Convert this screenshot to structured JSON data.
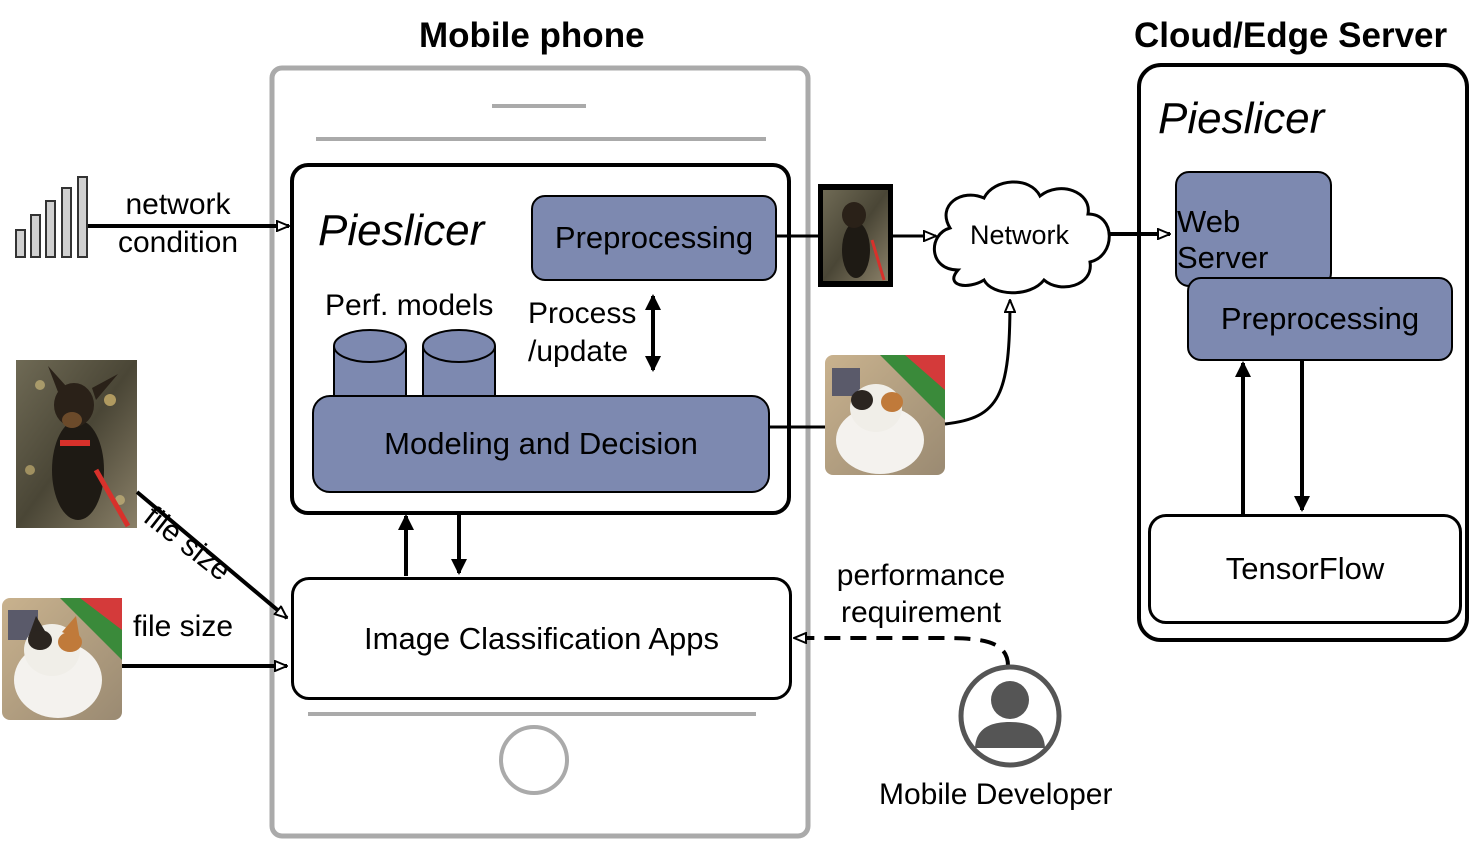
{
  "titles": {
    "mobile_phone": "Mobile phone",
    "cloud_edge_server": "Cloud/Edge Server"
  },
  "mobile": {
    "pieslicer": "Pieslicer",
    "preprocessing": "Preprocessing",
    "perf_models": "Perf. models",
    "process_update": [
      "Process",
      "/update"
    ],
    "modeling_decision": "Modeling and Decision",
    "image_classification_apps": "Image Classification Apps"
  },
  "left_inputs": {
    "network_condition": [
      "network",
      "condition"
    ],
    "file_size_dog": "file size",
    "file_size_cat": "file size"
  },
  "network": {
    "label": "Network"
  },
  "server": {
    "pieslicer": "Pieslicer",
    "web_server": [
      "Web",
      "Server"
    ],
    "preprocessing": "Preprocessing",
    "tensorflow": "TensorFlow"
  },
  "developer": {
    "performance_requirement": [
      "performance",
      "requirement"
    ],
    "label": "Mobile Developer"
  },
  "colors": {
    "component_fill": "#7d89b0",
    "phone_frame": "#aaaaaa",
    "person_icon": "#555555"
  },
  "icons": [
    "signal-bars-icon",
    "dog-photo",
    "cat-photo",
    "person-icon",
    "cloud-icon"
  ]
}
